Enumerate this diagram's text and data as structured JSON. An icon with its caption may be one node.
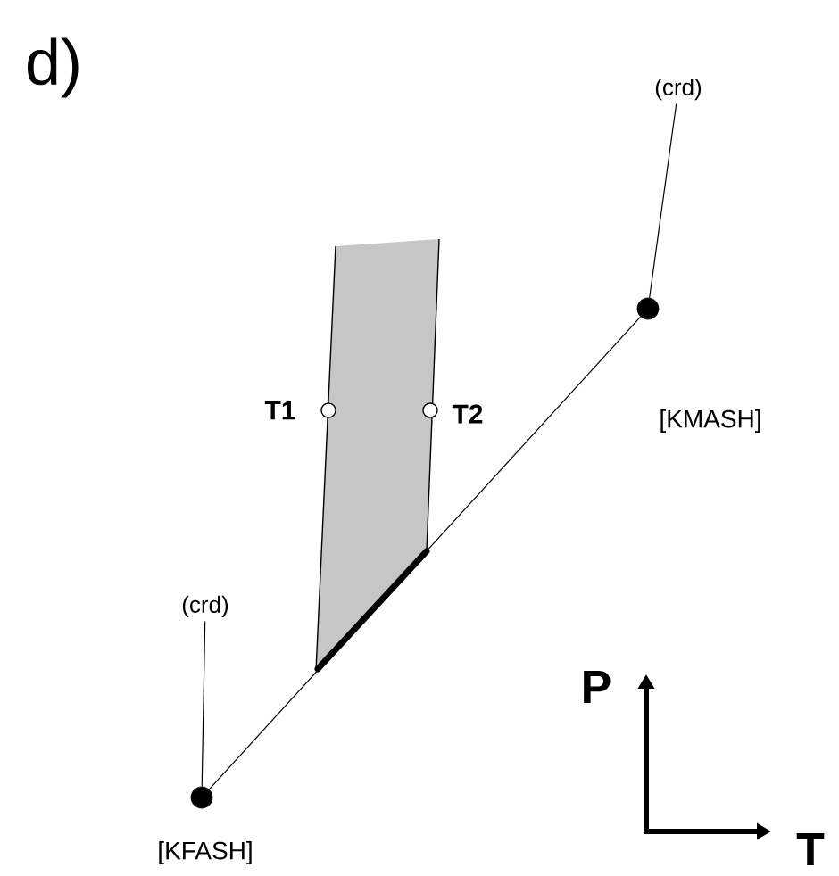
{
  "diagram": {
    "nodes": [
      {
        "text": [],
        "shape": "circle",
        "beside": [
          "[KFASH]"
        ]
      },
      {
        "text": [],
        "shape": "circle",
        "beside": [
          "[KMASH]"
        ]
      },
      {
        "text": [
          "(crd)"
        ]
      },
      {
        "text": [
          "(crd)"
        ]
      },
      {
        "text": [],
        "shape": "circle",
        "beside": [
          "T1"
        ]
      },
      {
        "text": [],
        "shape": "circle",
        "beside": [
          "T2"
        ]
      }
    ],
    "edges": [
      {
        "from": 0,
        "to": 1,
        "arrow": "none"
      },
      {
        "from": 2,
        "to": 1,
        "arrow": "none"
      },
      {
        "from": 3,
        "to": 0,
        "arrow": "none"
      }
    ],
    "labels": [
      "d)",
      "P",
      "T"
    ]
  }
}
